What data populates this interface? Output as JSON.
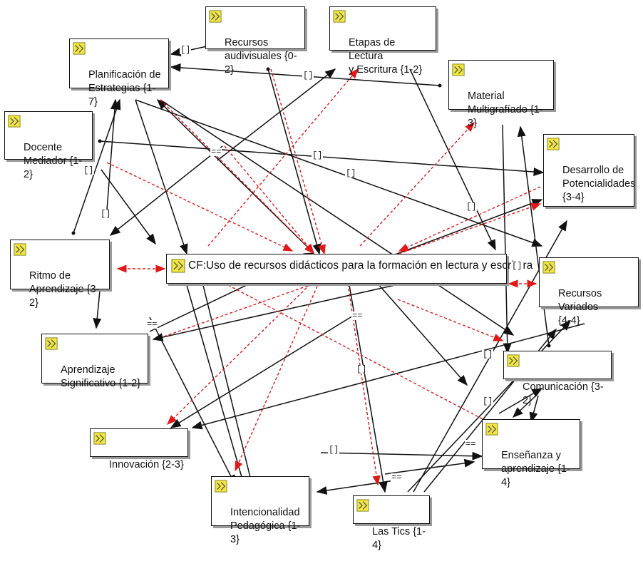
{
  "nodes": {
    "center": {
      "label": "CF:Uso de recursos didácticos para la formación en lectura y escritura"
    },
    "planificacion": {
      "label": "Planificación de\nEstrategias {1-7}"
    },
    "recursos_audiovisuales": {
      "label": "Recursos\naudivisuales {0-2}"
    },
    "etapas_lectura": {
      "label": "Etapas de Lectura\ny Escritura {1-2}"
    },
    "material": {
      "label": "Material\nMultigrafíado {1-3}"
    },
    "docente": {
      "label": "Docente\nMediador {1-2}"
    },
    "desarrollo": {
      "label": "Desarrollo de\nPotencialidades\n{3-4}"
    },
    "ritmo": {
      "label": "Ritmo de\nAprendizaje {3-2}"
    },
    "recursos_variados": {
      "label": "Recursos Variados\n{4-4}"
    },
    "aprendizaje": {
      "label": "Aprendizaje\nSignificativo {1-2}"
    },
    "comunicacion": {
      "label": "Comunicación {3-2}"
    },
    "innovacion": {
      "label": "Innovación {2-3}"
    },
    "ensenanza": {
      "label": "Enseñanza  y\naprendizaje {1-4}"
    },
    "intencionalidad": {
      "label": "Intencionalidad\nPedagógica {1-3}"
    },
    "tics": {
      "label": "Las Tics {1-4}"
    }
  },
  "relation_symbols": {
    "is_part_of": "[]",
    "is_associated": "==",
    "is_property": "*"
  },
  "colors": {
    "solid_edge": "#111111",
    "dashed_edge": "#e01818",
    "icon_fill": "#f2e640",
    "icon_border": "#7a7a20",
    "node_border": "#111111",
    "node_shadow": "#9a9a9a"
  }
}
